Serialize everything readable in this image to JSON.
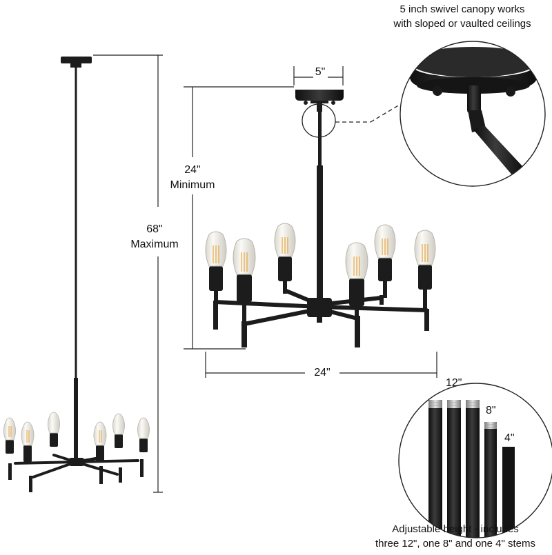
{
  "canopy_callout": {
    "line1": "5 inch swivel canopy works",
    "line2": "with sloped or vaulted ceilings"
  },
  "dimensions": {
    "canopy_width": "5\"",
    "min_height_value": "24\"",
    "min_height_label": "Minimum",
    "max_height_value": "68\"",
    "max_height_label": "Maximum",
    "fixture_width": "24\""
  },
  "stems_callout": {
    "stem_12": "12\"",
    "stem_8": "8\"",
    "stem_4": "4\"",
    "line1": "Adjustable height - includes",
    "line2": "three 12\", one 8\" and one 4\" stems"
  },
  "colors": {
    "fixture": "#1c1c1c",
    "dimension_line": "#222222",
    "bulb_glass": "#f4f1ea",
    "filament": "#e8a43a"
  }
}
